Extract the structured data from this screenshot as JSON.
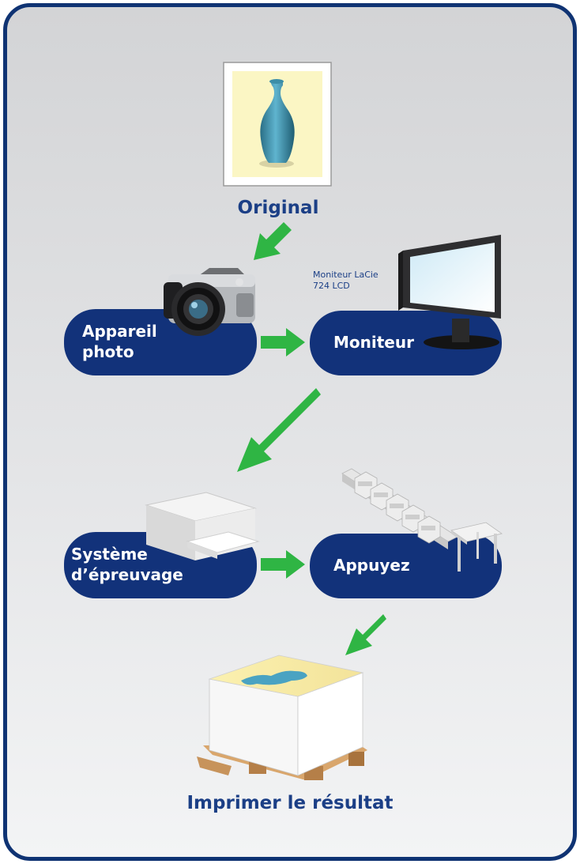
{
  "nodes": {
    "original": {
      "label": "Original"
    },
    "camera": {
      "label_line1": "Appareil",
      "label_line2": "photo"
    },
    "monitor": {
      "label": "Moniteur",
      "note_line1": "Moniteur LaCie",
      "note_line2": "724 LCD"
    },
    "proofing": {
      "label_line1": "Système",
      "label_line2": "d’épreuvage"
    },
    "press": {
      "label": "Appuyez"
    },
    "result": {
      "label": "Imprimer le résultat"
    }
  },
  "colors": {
    "frame_border": "#0f3373",
    "node_fill": "#12327a",
    "arrow": "#2fb544",
    "caption_text": "#1b3f86"
  }
}
